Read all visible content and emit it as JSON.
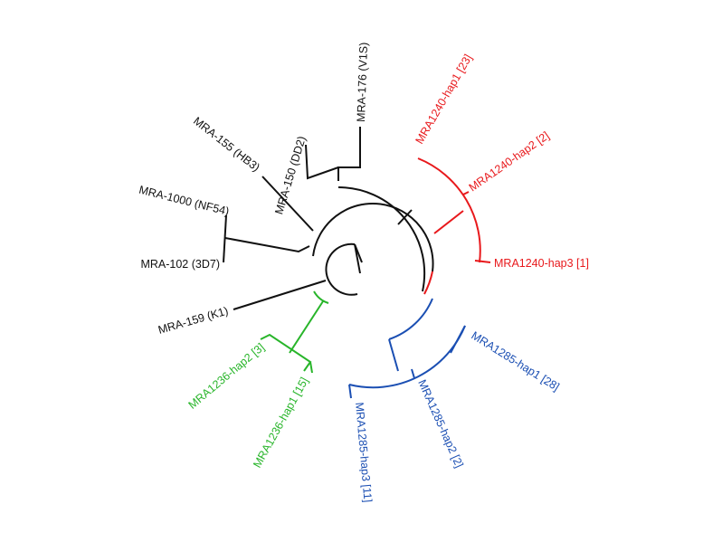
{
  "colors": {
    "reference": "#111111",
    "mra1240": "#e8191c",
    "mra1285": "#1b4fb3",
    "mra1236": "#28b52a"
  },
  "labels": {
    "mra176": "MRA-176 (V1S)",
    "mra150": "MRA-150 (DD2)",
    "mra155": "MRA-155 (HB3)",
    "mra1000": "MRA-1000 (NF54)",
    "mra102": "MRA-102 (3D7)",
    "mra159": "MRA-159 (K1)",
    "mra1236_hap2": "MRA1236-hap2 [3]",
    "mra1236_hap1": "MRA1236-hap1 [15]",
    "mra1285_hap3": "MRA1285-hap3 [11]",
    "mra1285_hap2": "MRA1285-hap2 [2]",
    "mra1285_hap1": "MRA1285-hap1 [28]",
    "mra1240_hap3": "MRA1240-hap3 [1]",
    "mra1240_hap2": "MRA1240-hap2 [2]",
    "mra1240_hap1": "MRA1240-hap1 [23]"
  }
}
